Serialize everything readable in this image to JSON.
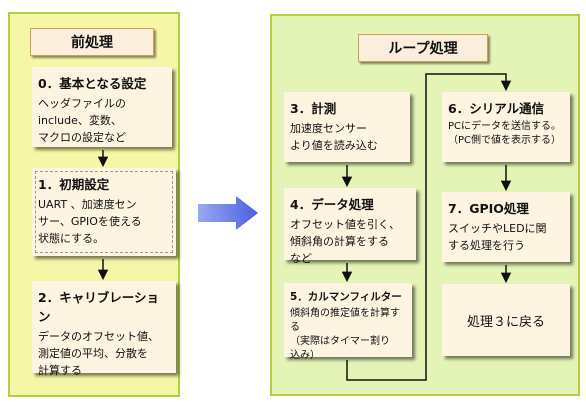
{
  "panels": {
    "pre": {
      "title": "前処理"
    },
    "loop": {
      "title": "ループ処理"
    }
  },
  "boxes": {
    "b0": {
      "title": "0．基本となる設定",
      "body": "ヘッダファイルの\ninclude、変数、\nマクロの設定など"
    },
    "b1": {
      "title": "1．初期設定",
      "body": "UART 、加速度セン\nサー、GPIOを使える\n状態にする。"
    },
    "b2": {
      "title": "2．キャリブレーション",
      "body": "データのオフセット値、\n測定値の平均、分散を\n計算する"
    },
    "b3": {
      "title": "3．計測",
      "body": "加速度センサー\nより値を読み込む"
    },
    "b4": {
      "title": "4．データ処理",
      "body": "オフセット値を引く、\n傾斜角の計算をする\nなど"
    },
    "b5": {
      "title": "5．カルマンフィルター",
      "body": "傾斜角の推定値を計算する\n（実際はタイマー割り\n込み）"
    },
    "b6": {
      "title": "6．シリアル通信",
      "body": "PCにデータを送信する。\n（PC側で値を表示する）"
    },
    "b7": {
      "title": "7．GPIO処理",
      "body": "スイッチやLEDに関\nする処理を行う"
    },
    "b8": {
      "title": "処理３に戻る"
    }
  },
  "colors": {
    "pre_bg": "#f6f7a6",
    "loop_bg": "#e4f4b6",
    "panel_border": "#b6ce3a",
    "box_bg": "#fdf4e2",
    "big_arrow": "#4a5fe0"
  }
}
